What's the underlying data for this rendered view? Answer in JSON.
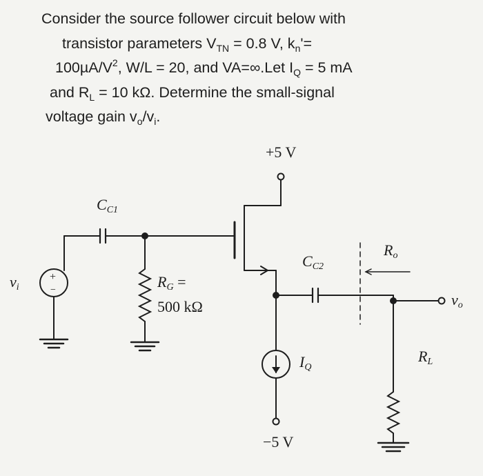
{
  "problem": {
    "line1": "Consider the source follower circuit below with",
    "line2_a": "transistor parameters V",
    "line2_sub1": "TN",
    "line2_b": " = 0.8 V, k",
    "line2_sub2": "n",
    "line2_c": "'=",
    "line3_a": "100µA/V",
    "line3_sup": "2",
    "line3_b": ", W/L = 20, and VA=∞.Let I",
    "line3_sub": "Q",
    "line3_c": " = 5 mA",
    "line4_a": "and R",
    "line4_sub": "L",
    "line4_b": " = 10 kΩ. Determine the small-signal",
    "line5_a": "voltage gain v",
    "line5_sub1": "o",
    "line5_b": "/v",
    "line5_sub2": "i",
    "line5_c": "."
  },
  "circuit": {
    "vdd_label": "+5 V",
    "vss_label": "−5 V",
    "cc1": {
      "main": "C",
      "sub": "C1"
    },
    "cc2": {
      "main": "C",
      "sub": "C2"
    },
    "rg": {
      "main": "R",
      "sub": "G",
      "eq": " =",
      "value": "500 kΩ"
    },
    "ro": {
      "main": "R",
      "sub": "o"
    },
    "rl": {
      "main": "R",
      "sub": "L"
    },
    "iq": {
      "main": "I",
      "sub": "Q"
    },
    "vi": {
      "main": "v",
      "sub": "i"
    },
    "vo": {
      "main": "v",
      "sub": "o"
    },
    "source_plus": "+",
    "source_minus": "−"
  }
}
